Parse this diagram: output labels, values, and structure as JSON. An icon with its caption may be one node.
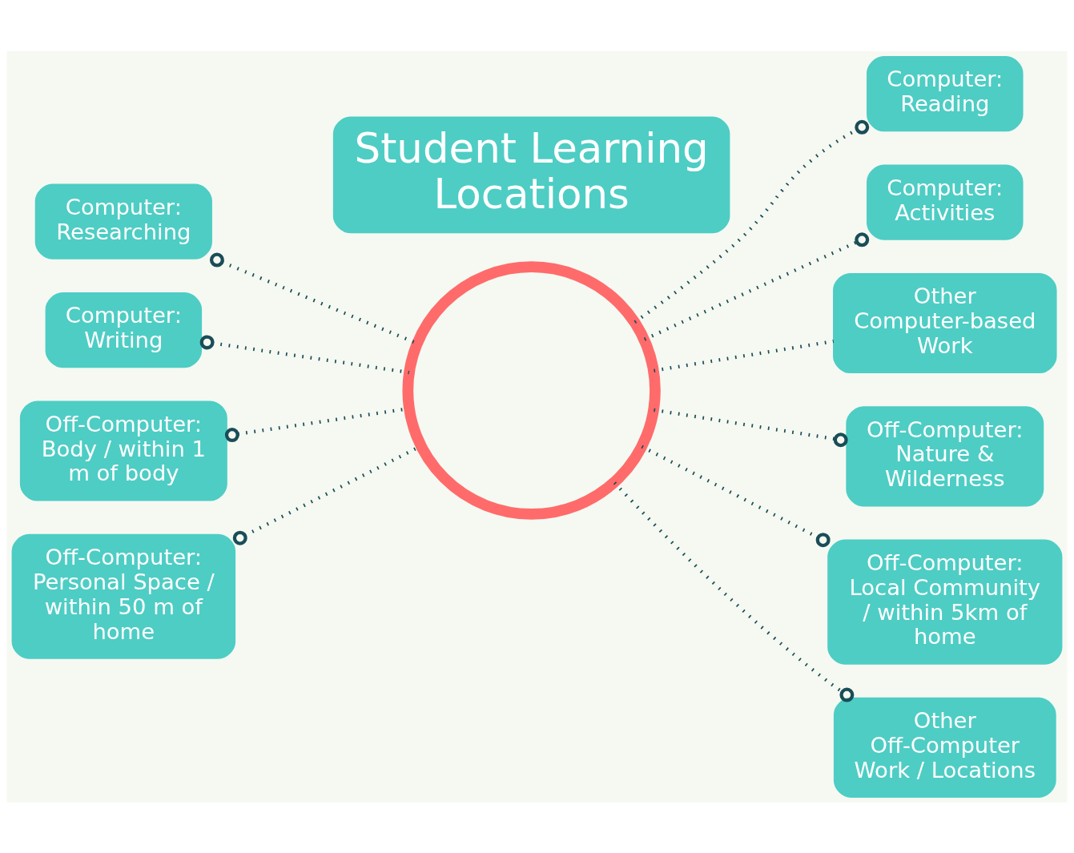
{
  "diagram": {
    "nodes": [
      {
        "text": [],
        "shape": "circle"
      },
      {
        "text": [
          "Student Learning Locations"
        ]
      },
      {
        "text": [
          "Computer: Reading"
        ]
      },
      {
        "text": [
          "Computer: Researching"
        ]
      },
      {
        "text": [
          "Computer: Activities"
        ]
      },
      {
        "text": [
          "Computer: Writing"
        ]
      },
      {
        "text": [
          "Other Computer-based Work"
        ]
      },
      {
        "text": [
          "Off-Computer: Body / within 1 m of body"
        ]
      },
      {
        "text": [
          "Off-Computer: Nature & Wilderness"
        ]
      },
      {
        "text": [
          "Off-Computer: Personal Space / within 50 m of home"
        ]
      },
      {
        "text": [
          "Off-Computer: Local Community / within 5km of home"
        ]
      },
      {
        "text": [
          "Other Off-Computer Work / Locations"
        ]
      }
    ],
    "edges": [
      {
        "from": 0,
        "to": 2,
        "arrow": "other",
        "style": "dashed"
      },
      {
        "from": 0,
        "to": 3,
        "arrow": "other",
        "style": "dashed"
      },
      {
        "from": 0,
        "to": 4,
        "arrow": "other",
        "style": "dashed"
      },
      {
        "from": 0,
        "to": 5,
        "arrow": "other",
        "style": "dashed"
      },
      {
        "from": 0,
        "to": 6,
        "arrow": "none",
        "style": "dashed"
      },
      {
        "from": 0,
        "to": 7,
        "arrow": "other",
        "style": "dashed"
      },
      {
        "from": 0,
        "to": 8,
        "arrow": "other",
        "style": "dashed"
      },
      {
        "from": 0,
        "to": 9,
        "arrow": "other",
        "style": "dashed"
      },
      {
        "from": 0,
        "to": 10,
        "arrow": "other",
        "style": "dashed"
      },
      {
        "from": 0,
        "to": 11,
        "arrow": "other",
        "style": "dashed"
      }
    ]
  }
}
